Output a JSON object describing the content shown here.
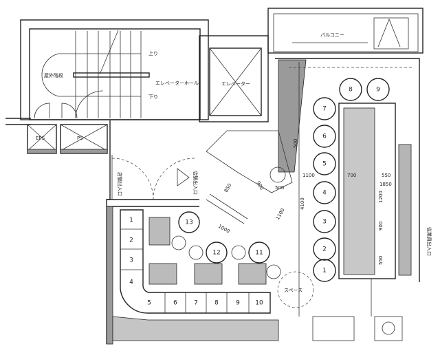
{
  "labels": {
    "outdoor_stairs": "屋外階段",
    "up": "上り",
    "down": "下り",
    "elevator_hall": "エレベーターホール",
    "elevator": "エレベーター",
    "eps": "EPS",
    "ps": "PS",
    "balcony": "バルコニー",
    "entrance_left": "店舗出入口",
    "entrance_right": "店舗出入口",
    "space": "スペース",
    "staff_entrance": "従業員出入口"
  },
  "counter_seats": [
    "1",
    "2",
    "3",
    "4",
    "5",
    "6",
    "7",
    "8",
    "9"
  ],
  "bar_stools": [
    "13",
    "12",
    "11"
  ],
  "booth_seats": [
    "1",
    "2",
    "3",
    "4",
    "5",
    "6",
    "7",
    "8",
    "9",
    "10"
  ],
  "dimensions": [
    "1000",
    "1100",
    "4100",
    "1100",
    "700",
    "550",
    "1850",
    "1200",
    "900",
    "550",
    "850",
    "500",
    "500",
    "900"
  ]
}
